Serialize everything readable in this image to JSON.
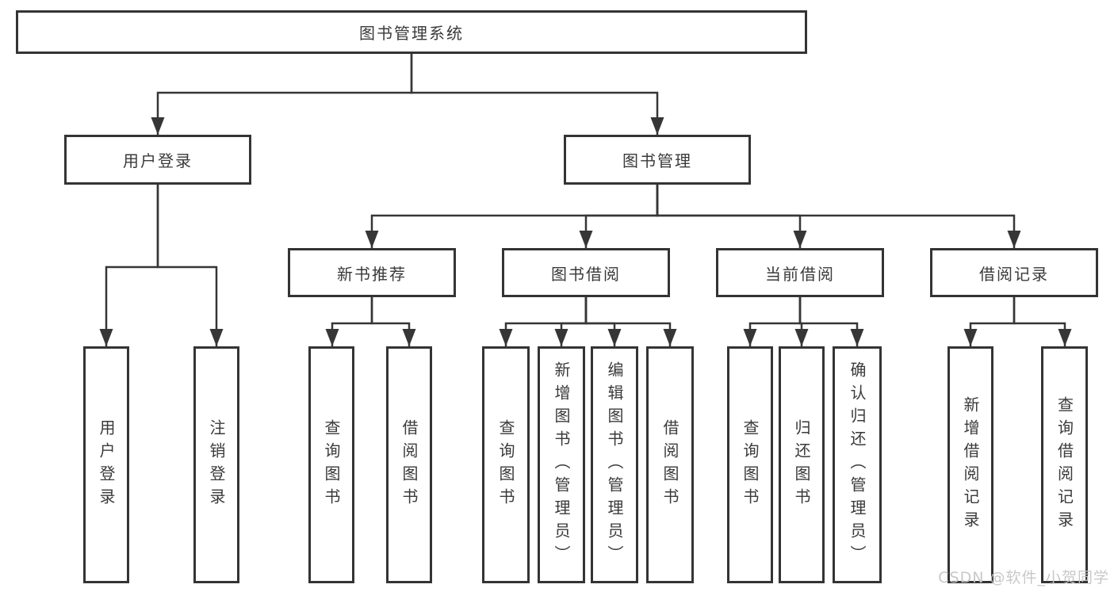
{
  "diagram_title": "图书管理系统",
  "tree": {
    "root": {
      "label": "图书管理系统",
      "children": [
        {
          "label": "用户登录",
          "children": [
            {
              "label": "用户登录"
            },
            {
              "label": "注销登录"
            }
          ]
        },
        {
          "label": "图书管理",
          "children": [
            {
              "label": "新书推荐",
              "children": [
                {
                  "label": "查询图书"
                },
                {
                  "label": "借阅图书"
                }
              ]
            },
            {
              "label": "图书借阅",
              "children": [
                {
                  "label": "查询图书"
                },
                {
                  "label": "新增图书（管理员）"
                },
                {
                  "label": "编辑图书（管理员）"
                },
                {
                  "label": "借阅图书"
                }
              ]
            },
            {
              "label": "当前借阅",
              "children": [
                {
                  "label": "查询图书"
                },
                {
                  "label": "归还图书"
                },
                {
                  "label": "确认归还（管理员）"
                }
              ]
            },
            {
              "label": "借阅记录",
              "children": [
                {
                  "label": "新增借阅记录"
                },
                {
                  "label": "查询借阅记录"
                }
              ]
            }
          ]
        }
      ]
    }
  },
  "watermark": {
    "text": "CSDN @软件_小贺同学",
    "color": "#c6c6c6"
  },
  "colors": {
    "line": "#363636",
    "border": "#343434",
    "text": "#3a3a3a",
    "background": "#ffffff"
  }
}
